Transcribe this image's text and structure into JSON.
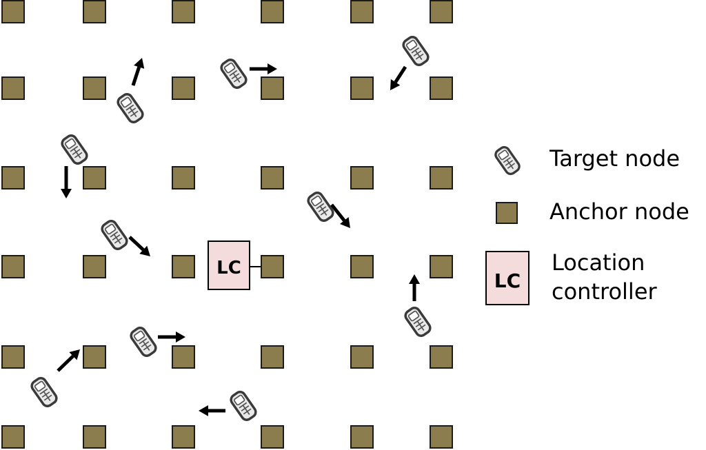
{
  "colors": {
    "anchor_fill": "#8c7d4e",
    "anchor_stroke": "#1a1a1a",
    "lc_fill": "#f4dcdc",
    "arrow": "#000000",
    "phone_body": "#e9e9e9",
    "phone_outline": "#3a3a3a"
  },
  "icons": {
    "target": "mobile-phone-icon",
    "anchor": "square-node-icon",
    "arrow": "movement-arrow-icon"
  },
  "diagram": {
    "lc_label": "LC"
  },
  "legend": {
    "target_label": "Target node",
    "anchor_label": "Anchor node",
    "lc_line1": "Location",
    "lc_line2": "controller",
    "lc_box_label": "LC"
  }
}
